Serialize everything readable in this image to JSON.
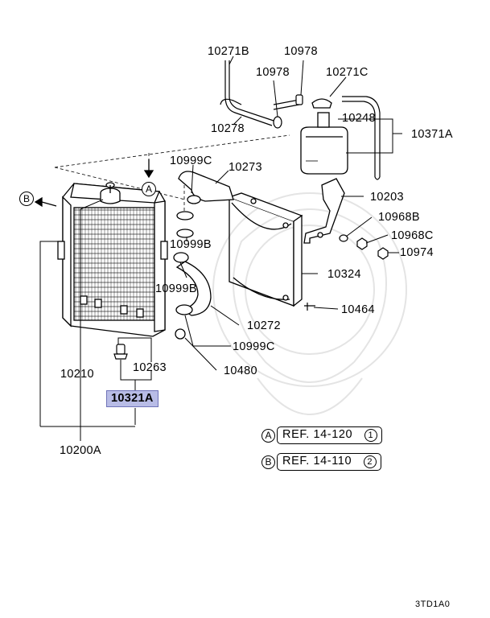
{
  "parts": {
    "p10271B": "10271B",
    "p10978a": "10978",
    "p10978b": "10978",
    "p10271C": "10271C",
    "p10278": "10278",
    "p10248": "10248",
    "p10371A": "10371A",
    "p10999C_top": "10999C",
    "p10273": "10273",
    "p10203": "10203",
    "p10968B": "10968B",
    "p10968C": "10968C",
    "p10974": "10974",
    "p10999B_a": "10999B",
    "p10999B_b": "10999B",
    "p10324": "10324",
    "p10464": "10464",
    "p10272": "10272",
    "p10999C_bot": "10999C",
    "p10480": "10480",
    "p10263": "10263",
    "p10210": "10210",
    "p10321A": "10321A",
    "p10200A": "10200A"
  },
  "markers": {
    "a": "A",
    "b": "B"
  },
  "refs": [
    {
      "marker": "A",
      "text": "REF. 14-120",
      "num": "1"
    },
    {
      "marker": "B",
      "text": "REF. 14-110",
      "num": "2"
    }
  ],
  "diagram_code": "3TD1A0",
  "colors": {
    "highlight": "#b8bce6"
  }
}
